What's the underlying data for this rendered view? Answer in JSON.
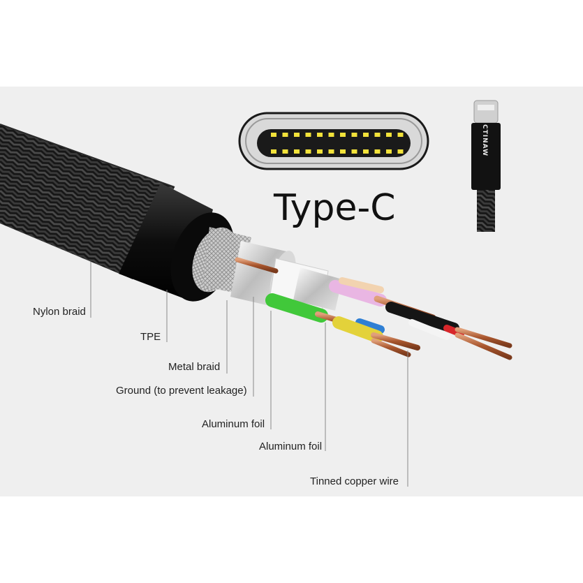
{
  "title": "Type-C",
  "brand": "CTINAW",
  "labels": {
    "nylon_braid": "Nylon braid",
    "tpe": "TPE",
    "metal_braid": "Metal braid",
    "ground": "Ground (to prevent leakage)",
    "aluminum_foil_1": "Aluminum foil",
    "aluminum_foil_2": "Aluminum foil",
    "tinned_copper_wire": "Tinned copper wire"
  },
  "colors": {
    "background_panel": "#efefef",
    "cable_black": "#111111",
    "copper": "#b5653c",
    "connector_contacts": "#f2e23a",
    "wire_pink": "#e9b6e3",
    "wire_green": "#41c83a",
    "wire_yellow": "#e3d23a",
    "wire_blue": "#2f7fd4",
    "wire_red": "#d8262a",
    "wire_white": "#f4f4f4"
  }
}
